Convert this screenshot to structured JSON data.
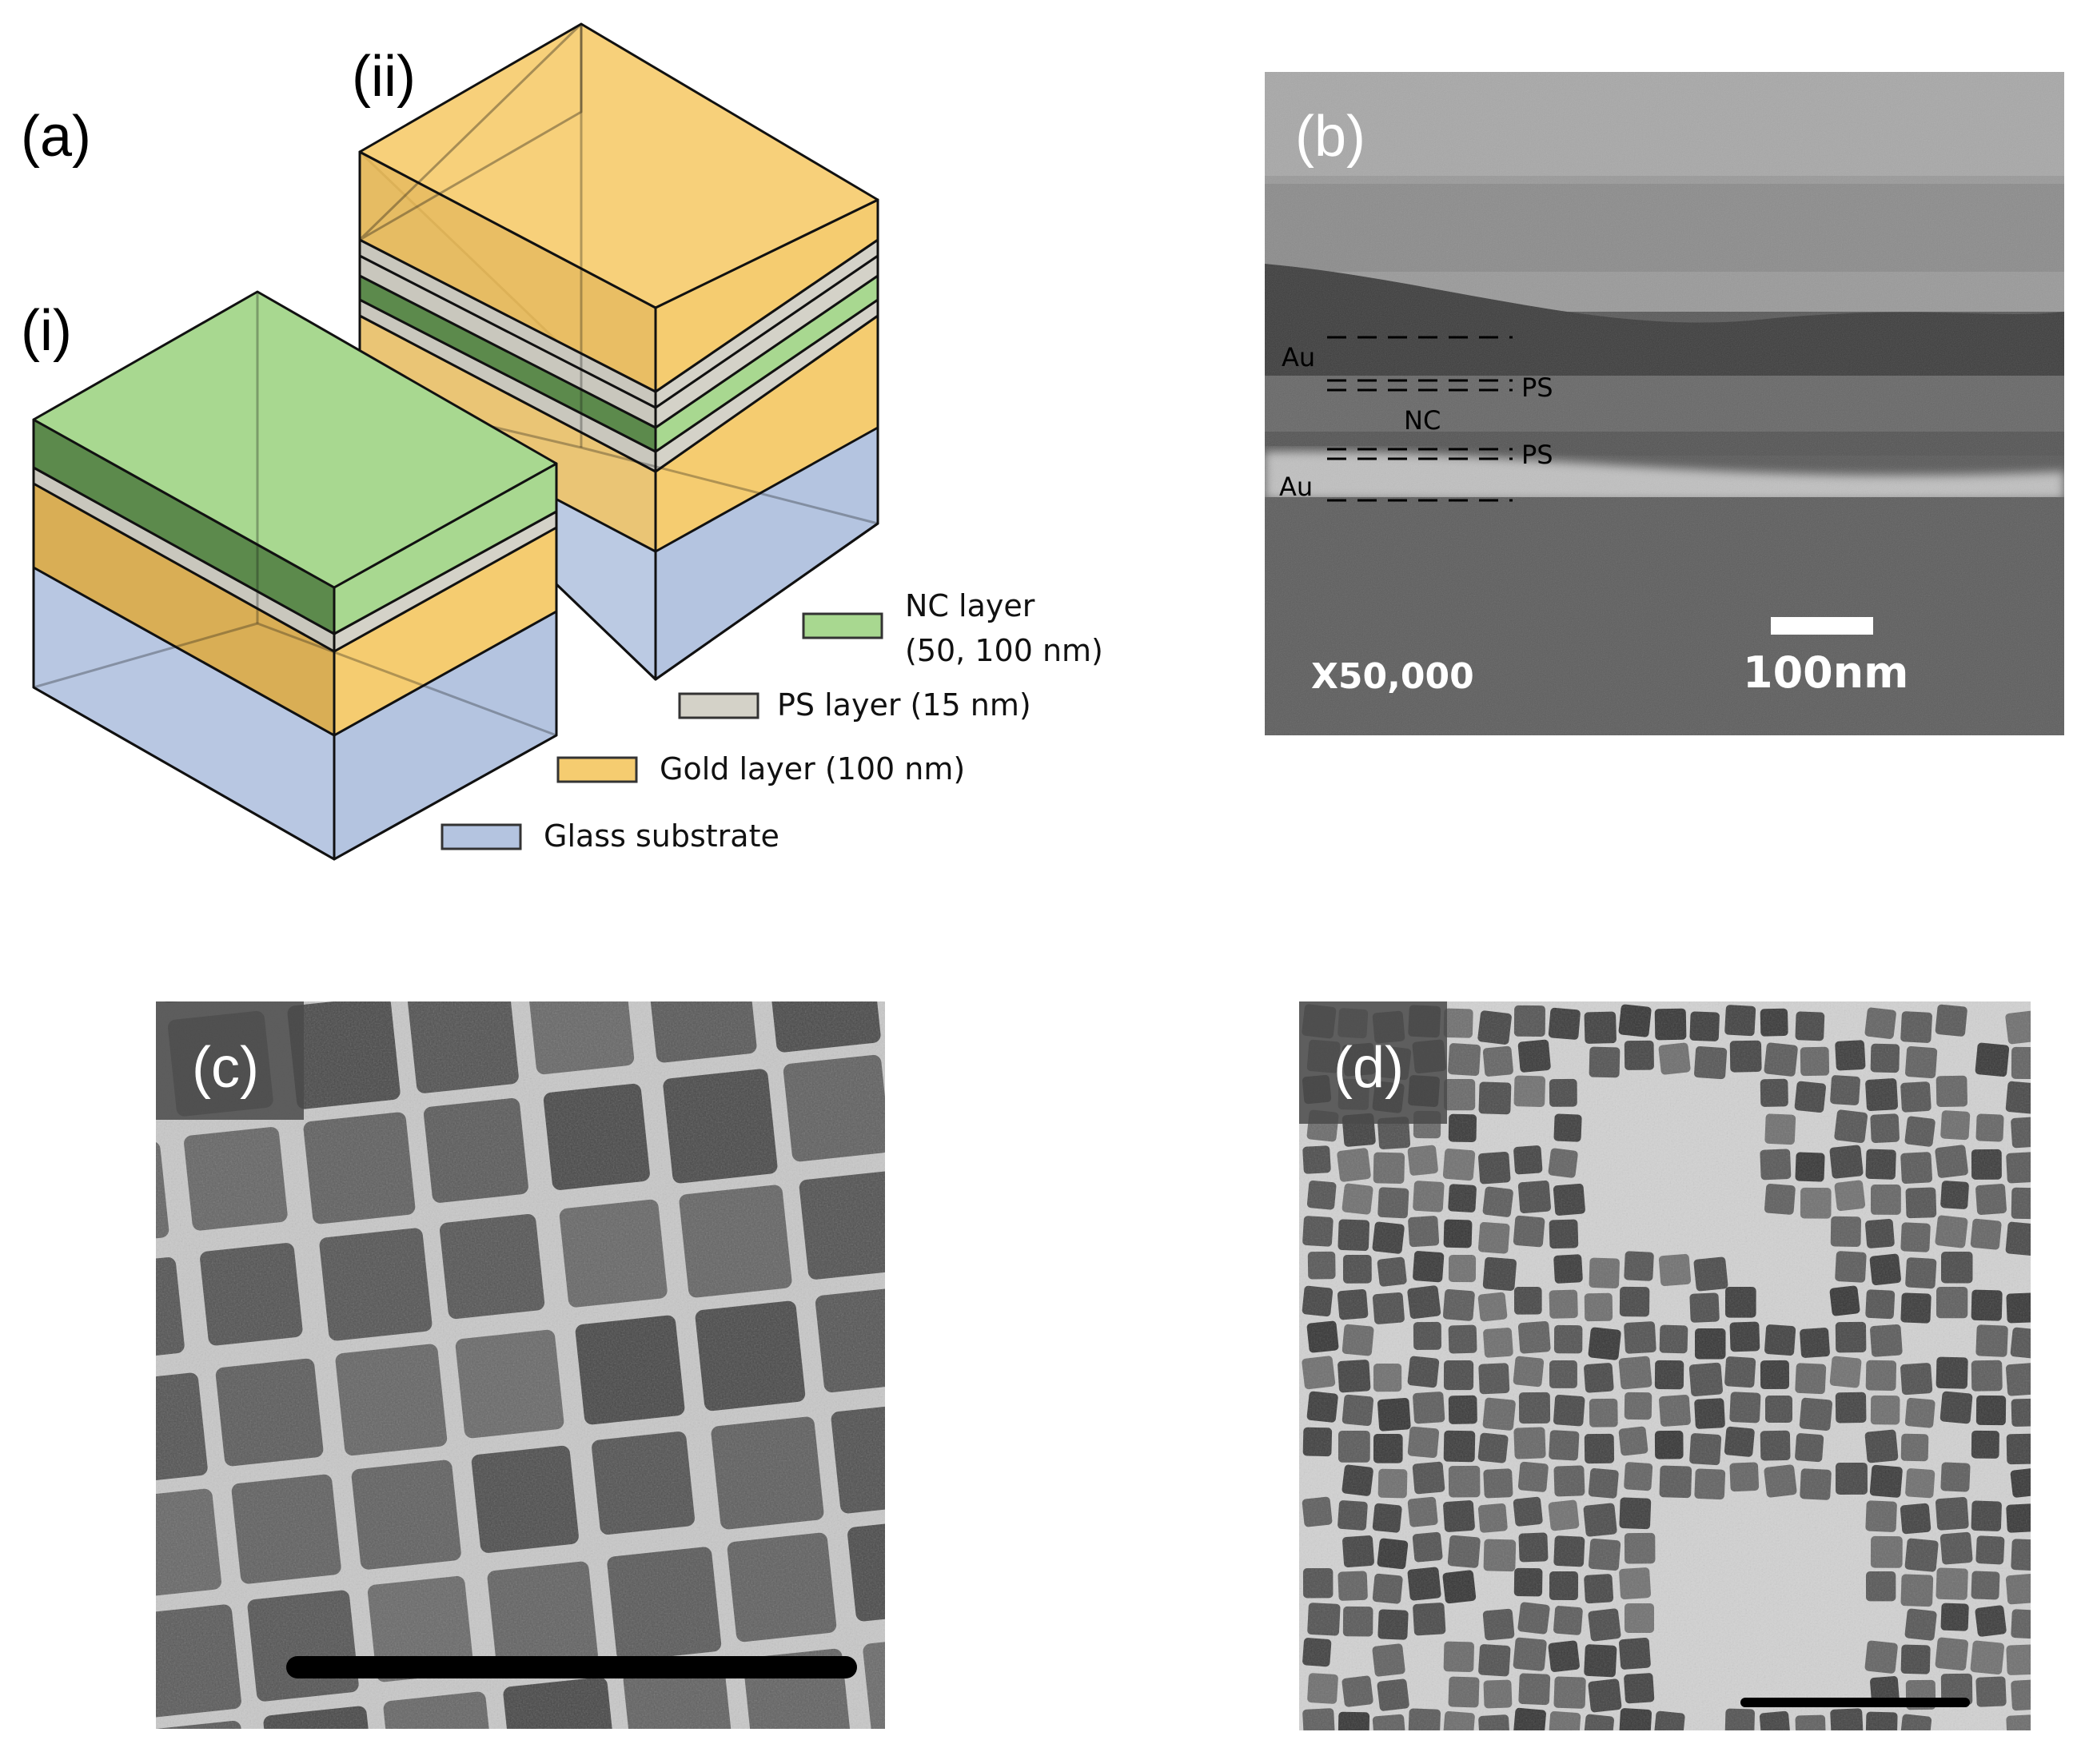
{
  "panels": {
    "a": {
      "label": "(a)",
      "sub_i": "(i)",
      "sub_ii": "(ii)",
      "legend": [
        {
          "name": "NC layer",
          "detail": "(50, 100 nm)",
          "color": "#a8d890"
        },
        {
          "name": "PS layer (15 nm)",
          "color": "#d4d2c8"
        },
        {
          "name": "Gold layer (100 nm)",
          "color": "#f5cc70"
        },
        {
          "name": "Glass substrate",
          "color": "#b4c4e0"
        }
      ]
    },
    "b": {
      "label": "(b)",
      "layer_labels": {
        "au_top": "Au",
        "ps_top": "PS",
        "nc": "NC",
        "ps_bottom": "PS",
        "au_bottom": "Au"
      },
      "magnification": "X50,000",
      "scale_bar": "100nm"
    },
    "c": {
      "label": "(c)"
    },
    "d": {
      "label": "(d)"
    }
  },
  "colors": {
    "nc": "#a8d890",
    "ps": "#d4d2c8",
    "gold": "#f5cc70",
    "glass": "#b4c4e0"
  }
}
